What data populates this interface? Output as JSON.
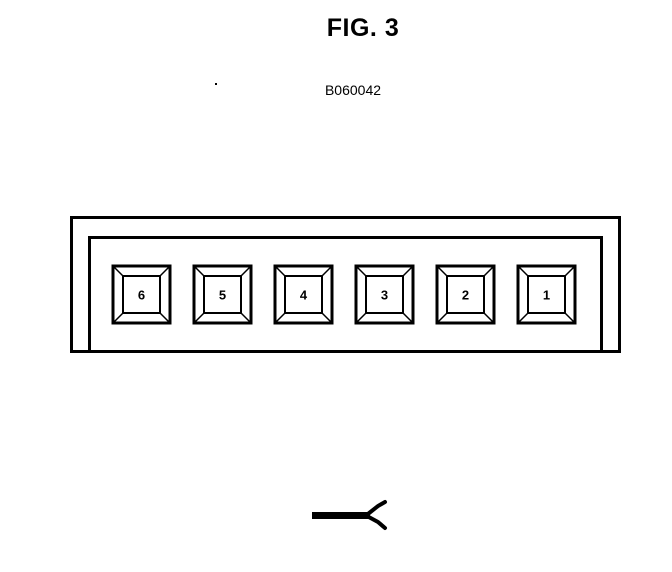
{
  "figure": {
    "title": "FIG. 3",
    "code": "B060042"
  },
  "connector": {
    "pins": [
      "6",
      "5",
      "4",
      "3",
      "2",
      "1"
    ]
  },
  "colors": {
    "ink": "#000000",
    "paper": "#ffffff"
  },
  "icons": {
    "wire_end": "wire-fork-symbol"
  }
}
